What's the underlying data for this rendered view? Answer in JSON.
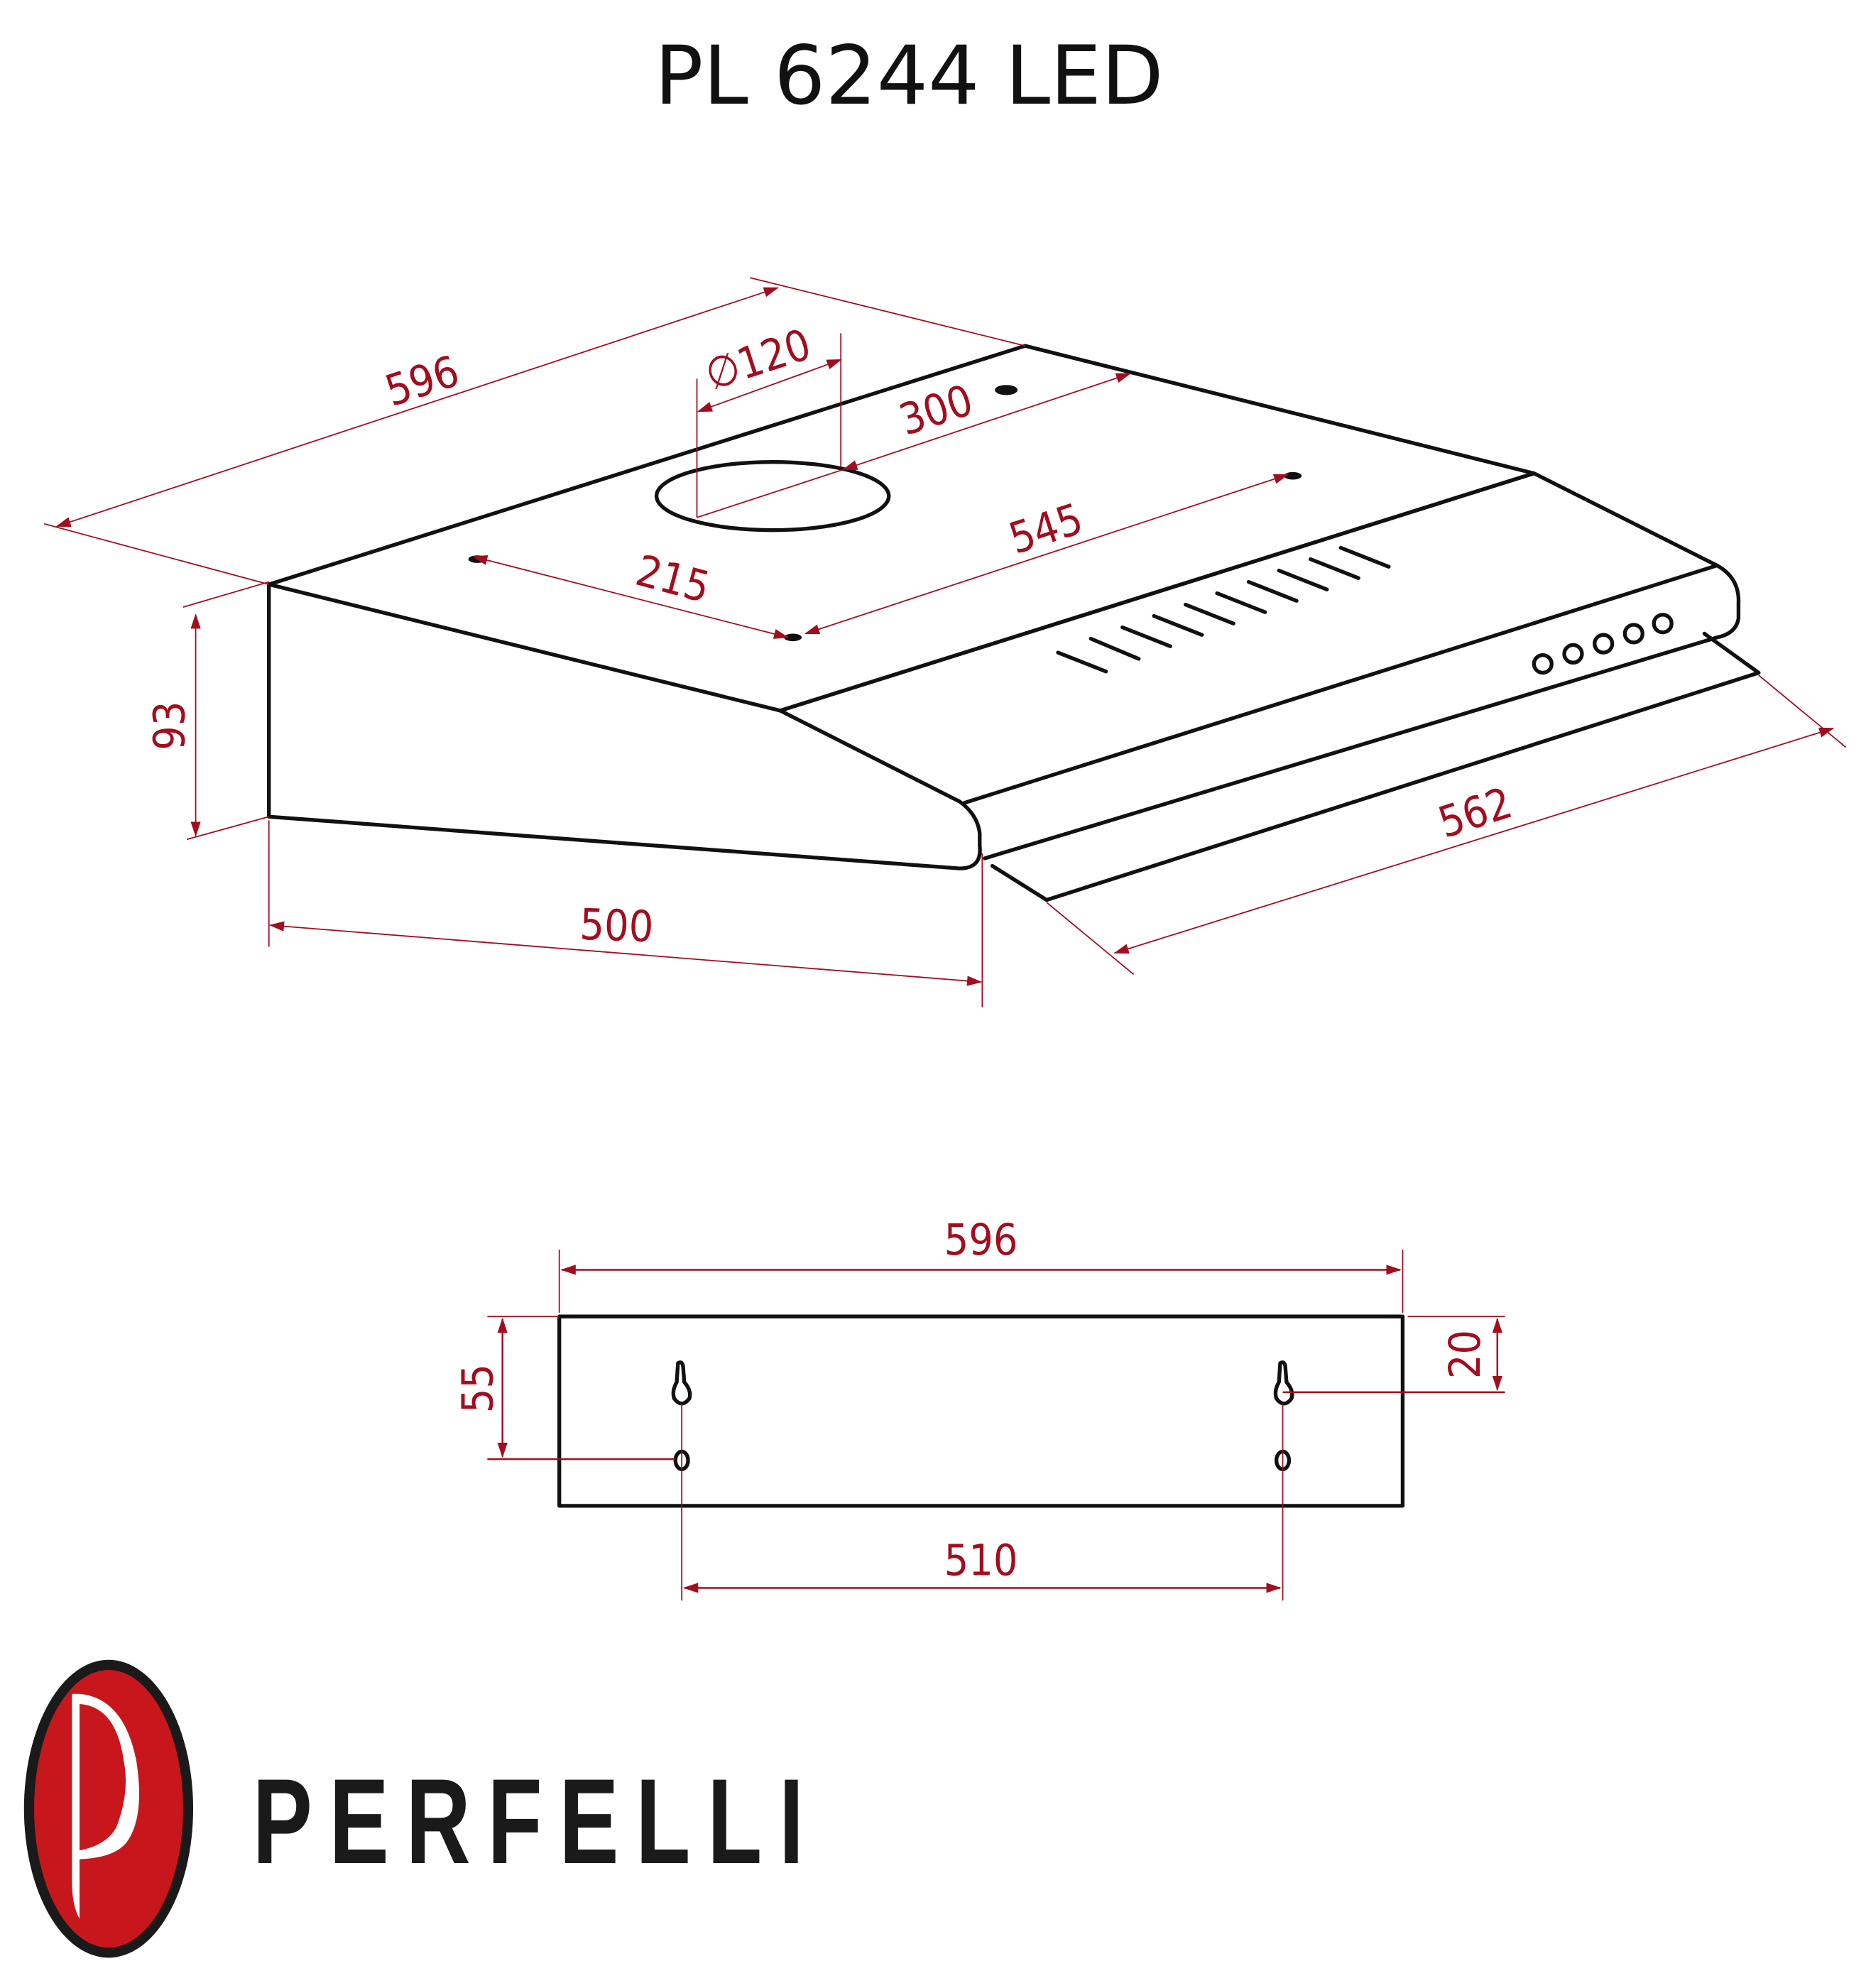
{
  "title": "PL 6244 LED",
  "brand": {
    "name": "PERFELLI",
    "logo_letter": "P",
    "logo_color": "#c8171c",
    "logo_border": "#1a1a1a"
  },
  "colors": {
    "outline": "#111111",
    "dimension": "#a30d1e"
  },
  "iso_view": {
    "dimensions": {
      "width_total": "596",
      "duct_diameter": "∅120",
      "duct_offset": "300",
      "mount_spacing": "545",
      "mount_offset": "215",
      "height": "93",
      "depth": "500",
      "front_width": "562"
    }
  },
  "back_view": {
    "dimensions": {
      "width": "596",
      "keyhole_from_top": "20",
      "hole_from_top": "55",
      "hole_spacing": "510"
    }
  }
}
